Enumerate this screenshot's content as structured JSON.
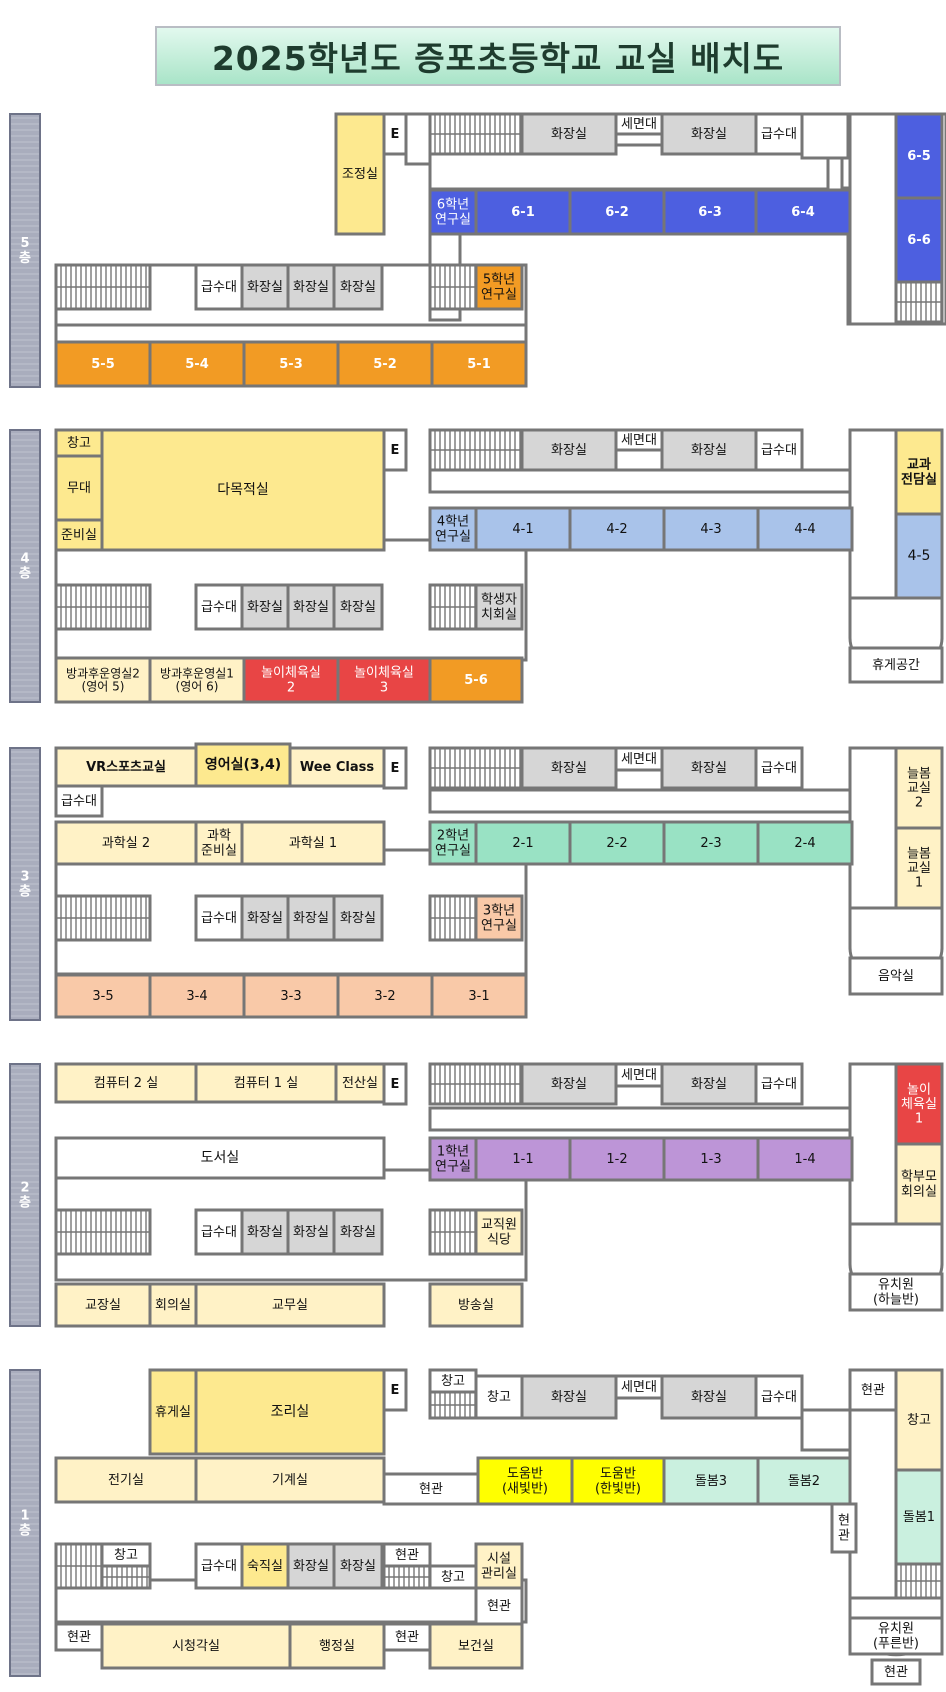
{
  "title": "2025학년도 증포초등학교 교실 배치도",
  "colors": {
    "wall": "#767676",
    "corridor": "#ffffff",
    "cream": "#fff2c6",
    "cream_alt": "#fde98f",
    "gray": "#d6d6d6",
    "orange": "#f29b24",
    "blue6": "#4d5fe0",
    "blue4": "#a9c3ea",
    "green2": "#99e2c4",
    "peach3": "#f9c9a8",
    "purple1": "#bd95d7",
    "red": "#e84545",
    "yellow": "#ffff00",
    "mint": "#caf0df",
    "label_bar": "#a9adbd"
  },
  "floors": [
    {
      "id": "5",
      "label": "5\n층",
      "rooms": [
        {
          "id": "e",
          "label": "E"
        },
        {
          "id": "stairs"
        },
        {
          "id": "toilet-a",
          "label": "화장실"
        },
        {
          "id": "washroom",
          "label": "세면대"
        },
        {
          "id": "toilet-b",
          "label": "화장실"
        },
        {
          "id": "water",
          "label": "급수대"
        },
        {
          "id": "control",
          "label": "조정실"
        },
        {
          "id": "lab6",
          "label": "6학년\n연구실"
        },
        {
          "id": "6-1",
          "label": "6-1"
        },
        {
          "id": "6-2",
          "label": "6-2"
        },
        {
          "id": "6-3",
          "label": "6-3"
        },
        {
          "id": "6-4",
          "label": "6-4"
        },
        {
          "id": "6-5",
          "label": "6-5"
        },
        {
          "id": "6-6",
          "label": "6-6"
        },
        {
          "id": "water2",
          "label": "급수대"
        },
        {
          "id": "toilet-c",
          "label": "화장실"
        },
        {
          "id": "toilet-d",
          "label": "화장실"
        },
        {
          "id": "toilet-e",
          "label": "화장실"
        },
        {
          "id": "lab5",
          "label": "5학년\n연구실"
        },
        {
          "id": "5-5",
          "label": "5-5"
        },
        {
          "id": "5-4",
          "label": "5-4"
        },
        {
          "id": "5-3",
          "label": "5-3"
        },
        {
          "id": "5-2",
          "label": "5-2"
        },
        {
          "id": "5-1",
          "label": "5-1"
        }
      ]
    },
    {
      "id": "4",
      "label": "4\n층",
      "rooms": [
        {
          "id": "storage",
          "label": "창고"
        },
        {
          "id": "stage",
          "label": "무대"
        },
        {
          "id": "prep",
          "label": "준비실"
        },
        {
          "id": "multi",
          "label": "다목적실"
        },
        {
          "id": "e",
          "label": "E"
        },
        {
          "id": "toilet-a",
          "label": "화장실"
        },
        {
          "id": "washroom",
          "label": "세면대"
        },
        {
          "id": "toilet-b",
          "label": "화장실"
        },
        {
          "id": "water",
          "label": "급수대"
        },
        {
          "id": "subject",
          "label": "교과\n전담실"
        },
        {
          "id": "lab4",
          "label": "4학년\n연구실"
        },
        {
          "id": "4-1",
          "label": "4-1"
        },
        {
          "id": "4-2",
          "label": "4-2"
        },
        {
          "id": "4-3",
          "label": "4-3"
        },
        {
          "id": "4-4",
          "label": "4-4"
        },
        {
          "id": "4-5",
          "label": "4-5"
        },
        {
          "id": "water2",
          "label": "급수대"
        },
        {
          "id": "toilet-c",
          "label": "화장실"
        },
        {
          "id": "toilet-d",
          "label": "화장실"
        },
        {
          "id": "toilet-e",
          "label": "화장실"
        },
        {
          "id": "council",
          "label": "학생자\n치회실"
        },
        {
          "id": "rest",
          "label": "휴게공간"
        },
        {
          "id": "after2",
          "label": "방과후운영실2\n(영어 5)"
        },
        {
          "id": "after1",
          "label": "방과후운영실1\n(영어 6)"
        },
        {
          "id": "play2",
          "label": "놀이체육실\n2"
        },
        {
          "id": "play3",
          "label": "놀이체육실\n3"
        },
        {
          "id": "5-6",
          "label": "5-6"
        }
      ]
    },
    {
      "id": "3",
      "label": "3\n층",
      "rooms": [
        {
          "id": "vr",
          "label": "VR스포츠교실"
        },
        {
          "id": "english",
          "label": "영어실(3,4)"
        },
        {
          "id": "wee",
          "label": "Wee Class"
        },
        {
          "id": "e",
          "label": "E"
        },
        {
          "id": "toilet-a",
          "label": "화장실"
        },
        {
          "id": "washroom",
          "label": "세면대"
        },
        {
          "id": "toilet-b",
          "label": "화장실"
        },
        {
          "id": "water",
          "label": "급수대"
        },
        {
          "id": "care2",
          "label": "늘봄\n교실\n2"
        },
        {
          "id": "water3",
          "label": "급수대"
        },
        {
          "id": "sci2",
          "label": "과학실 2"
        },
        {
          "id": "sciprep",
          "label": "과학\n준비실"
        },
        {
          "id": "sci1",
          "label": "과학실 1"
        },
        {
          "id": "lab2",
          "label": "2학년\n연구실"
        },
        {
          "id": "2-1",
          "label": "2-1"
        },
        {
          "id": "2-2",
          "label": "2-2"
        },
        {
          "id": "2-3",
          "label": "2-3"
        },
        {
          "id": "2-4",
          "label": "2-4"
        },
        {
          "id": "care1",
          "label": "늘봄\n교실\n1"
        },
        {
          "id": "water2",
          "label": "급수대"
        },
        {
          "id": "toilet-c",
          "label": "화장실"
        },
        {
          "id": "toilet-d",
          "label": "화장실"
        },
        {
          "id": "toilet-e",
          "label": "화장실"
        },
        {
          "id": "lab3",
          "label": "3학년\n연구실"
        },
        {
          "id": "music",
          "label": "음악실"
        },
        {
          "id": "3-5",
          "label": "3-5"
        },
        {
          "id": "3-4",
          "label": "3-4"
        },
        {
          "id": "3-3",
          "label": "3-3"
        },
        {
          "id": "3-2",
          "label": "3-2"
        },
        {
          "id": "3-1",
          "label": "3-1"
        }
      ]
    },
    {
      "id": "2",
      "label": "2\n층",
      "rooms": [
        {
          "id": "com2",
          "label": "컴퓨터 2 실"
        },
        {
          "id": "com1",
          "label": "컴퓨터 1 실"
        },
        {
          "id": "data",
          "label": "전산실"
        },
        {
          "id": "e",
          "label": "E"
        },
        {
          "id": "toilet-a",
          "label": "화장실"
        },
        {
          "id": "washroom",
          "label": "세면대"
        },
        {
          "id": "toilet-b",
          "label": "화장실"
        },
        {
          "id": "water",
          "label": "급수대"
        },
        {
          "id": "play1",
          "label": "놀이\n체육실\n1"
        },
        {
          "id": "library",
          "label": "도서실"
        },
        {
          "id": "lab1",
          "label": "1학년\n연구실"
        },
        {
          "id": "1-1",
          "label": "1-1"
        },
        {
          "id": "1-2",
          "label": "1-2"
        },
        {
          "id": "1-3",
          "label": "1-3"
        },
        {
          "id": "1-4",
          "label": "1-4"
        },
        {
          "id": "parents",
          "label": "학부모\n회의실"
        },
        {
          "id": "water2",
          "label": "급수대"
        },
        {
          "id": "toilet-c",
          "label": "화장실"
        },
        {
          "id": "toilet-d",
          "label": "화장실"
        },
        {
          "id": "toilet-e",
          "label": "화장실"
        },
        {
          "id": "cafeteria",
          "label": "교직원\n식당"
        },
        {
          "id": "kinder",
          "label": "유치원\n(하늘반)"
        },
        {
          "id": "principal",
          "label": "교장실"
        },
        {
          "id": "meeting",
          "label": "회의실"
        },
        {
          "id": "office",
          "label": "교무실"
        },
        {
          "id": "broadcast",
          "label": "방송실"
        }
      ]
    },
    {
      "id": "1",
      "label": "1\n층",
      "rooms": [
        {
          "id": "lounge",
          "label": "휴게실"
        },
        {
          "id": "kitchen",
          "label": "조리실"
        },
        {
          "id": "e",
          "label": "E"
        },
        {
          "id": "storage-top",
          "label": "창고"
        },
        {
          "id": "storage2",
          "label": "창고"
        },
        {
          "id": "toilet-a",
          "label": "화장실"
        },
        {
          "id": "washroom",
          "label": "세면대"
        },
        {
          "id": "toilet-b",
          "label": "화장실"
        },
        {
          "id": "water",
          "label": "급수대"
        },
        {
          "id": "entry-top",
          "label": "현관"
        },
        {
          "id": "storage-r",
          "label": "창고"
        },
        {
          "id": "elec",
          "label": "전기실"
        },
        {
          "id": "machine",
          "label": "기계실"
        },
        {
          "id": "entry-mid",
          "label": "현관"
        },
        {
          "id": "help-a",
          "label": "도움반\n(새빛반)"
        },
        {
          "id": "help-b",
          "label": "도움반\n(한빛반)"
        },
        {
          "id": "care3",
          "label": "돌봄3"
        },
        {
          "id": "care2",
          "label": "돌봄2"
        },
        {
          "id": "entry-v",
          "label": "현\n관"
        },
        {
          "id": "care1",
          "label": "돌봄1"
        },
        {
          "id": "storage-l",
          "label": "창고"
        },
        {
          "id": "water2",
          "label": "급수대"
        },
        {
          "id": "night",
          "label": "숙직실"
        },
        {
          "id": "toilet-c",
          "label": "화장실"
        },
        {
          "id": "toilet-d",
          "label": "화장실"
        },
        {
          "id": "entry-c",
          "label": "현관"
        },
        {
          "id": "storage-c",
          "label": "창고"
        },
        {
          "id": "facility",
          "label": "시설\n관리실"
        },
        {
          "id": "entry-d",
          "label": "현관"
        },
        {
          "id": "kinder",
          "label": "유치원\n(푸른반)"
        },
        {
          "id": "entry-l",
          "label": "현관"
        },
        {
          "id": "av",
          "label": "시청각실"
        },
        {
          "id": "admin",
          "label": "행정실"
        },
        {
          "id": "entry-b",
          "label": "현관"
        },
        {
          "id": "health",
          "label": "보건실"
        },
        {
          "id": "entry-k",
          "label": "현관"
        }
      ]
    }
  ]
}
